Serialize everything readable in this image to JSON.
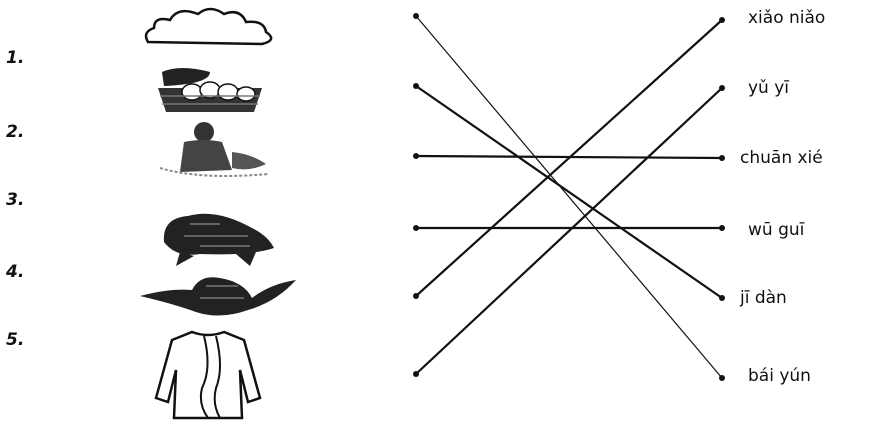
{
  "numbers": [
    "1.",
    "2.",
    "3.",
    "4.",
    "5."
  ],
  "pictures": [
    "cloud-icon",
    "egg-basket-icon",
    "person-icon",
    "turtle-icon",
    "bird-icon",
    "coat-icon"
  ],
  "words": [
    "xiǎo niǎo",
    "yǔ yī",
    "chuān xié",
    "wū guī",
    "jī dàn",
    "bái yún"
  ],
  "matches": [
    [
      0,
      5
    ],
    [
      1,
      4
    ],
    [
      2,
      2
    ],
    [
      3,
      3
    ],
    [
      4,
      0
    ],
    [
      5,
      1
    ]
  ],
  "colors": {
    "ink": "#111111",
    "paper": "#ffffff"
  }
}
